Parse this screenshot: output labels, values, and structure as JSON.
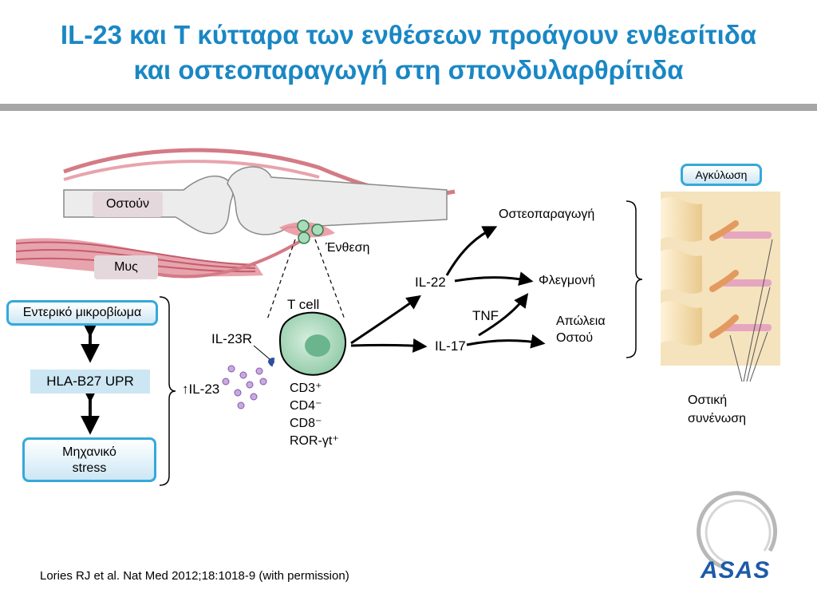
{
  "slide": {
    "title_line1": "IL-23 και Τ κύτταρα των ενθέσεων προάγουν ενθεσίτιδα",
    "title_line2": "και οστεοπαραγωγή στη σπονδυλαρθρίτιδα"
  },
  "anatomy": {
    "bone": "Οστούν",
    "muscle": "Μυς",
    "enthesis": "Ένθεση"
  },
  "triggers": {
    "microbiome": "Εντερικό μικροβίωμα",
    "hla": "HLA-B27 UPR",
    "stress_line1": "Μηχανικό",
    "stress_line2": "stress",
    "il23": "↑IL-23"
  },
  "tcell": {
    "name": "T cell",
    "receptor": "IL-23R",
    "markers": [
      "CD3⁺",
      "CD4⁻",
      "CD8⁻",
      "ROR-γt⁺"
    ]
  },
  "cytokines": {
    "il22": "IL-22",
    "il17": "IL-17",
    "tnf": "TNF"
  },
  "outcomes": {
    "osteo": "Οστεοπαραγωγή",
    "inflammation": "Φλεγμονή",
    "bone_loss_line1": "Απώλεια",
    "bone_loss_line2": "Οστού"
  },
  "spine": {
    "ankylosis": "Αγκύλωση",
    "fusion_line1": "Οστική",
    "fusion_line2": "συνένωση"
  },
  "citation": "Lories RJ et al. Nat Med 2012;18:1018-9 (with permission)",
  "logo": {
    "text": "ASAS"
  },
  "colors": {
    "title": "#1a87c4",
    "box_border": "#35a9da",
    "muscle": "#d9737f",
    "cell": "#9fd3b4",
    "bone": "#f3dcae"
  }
}
